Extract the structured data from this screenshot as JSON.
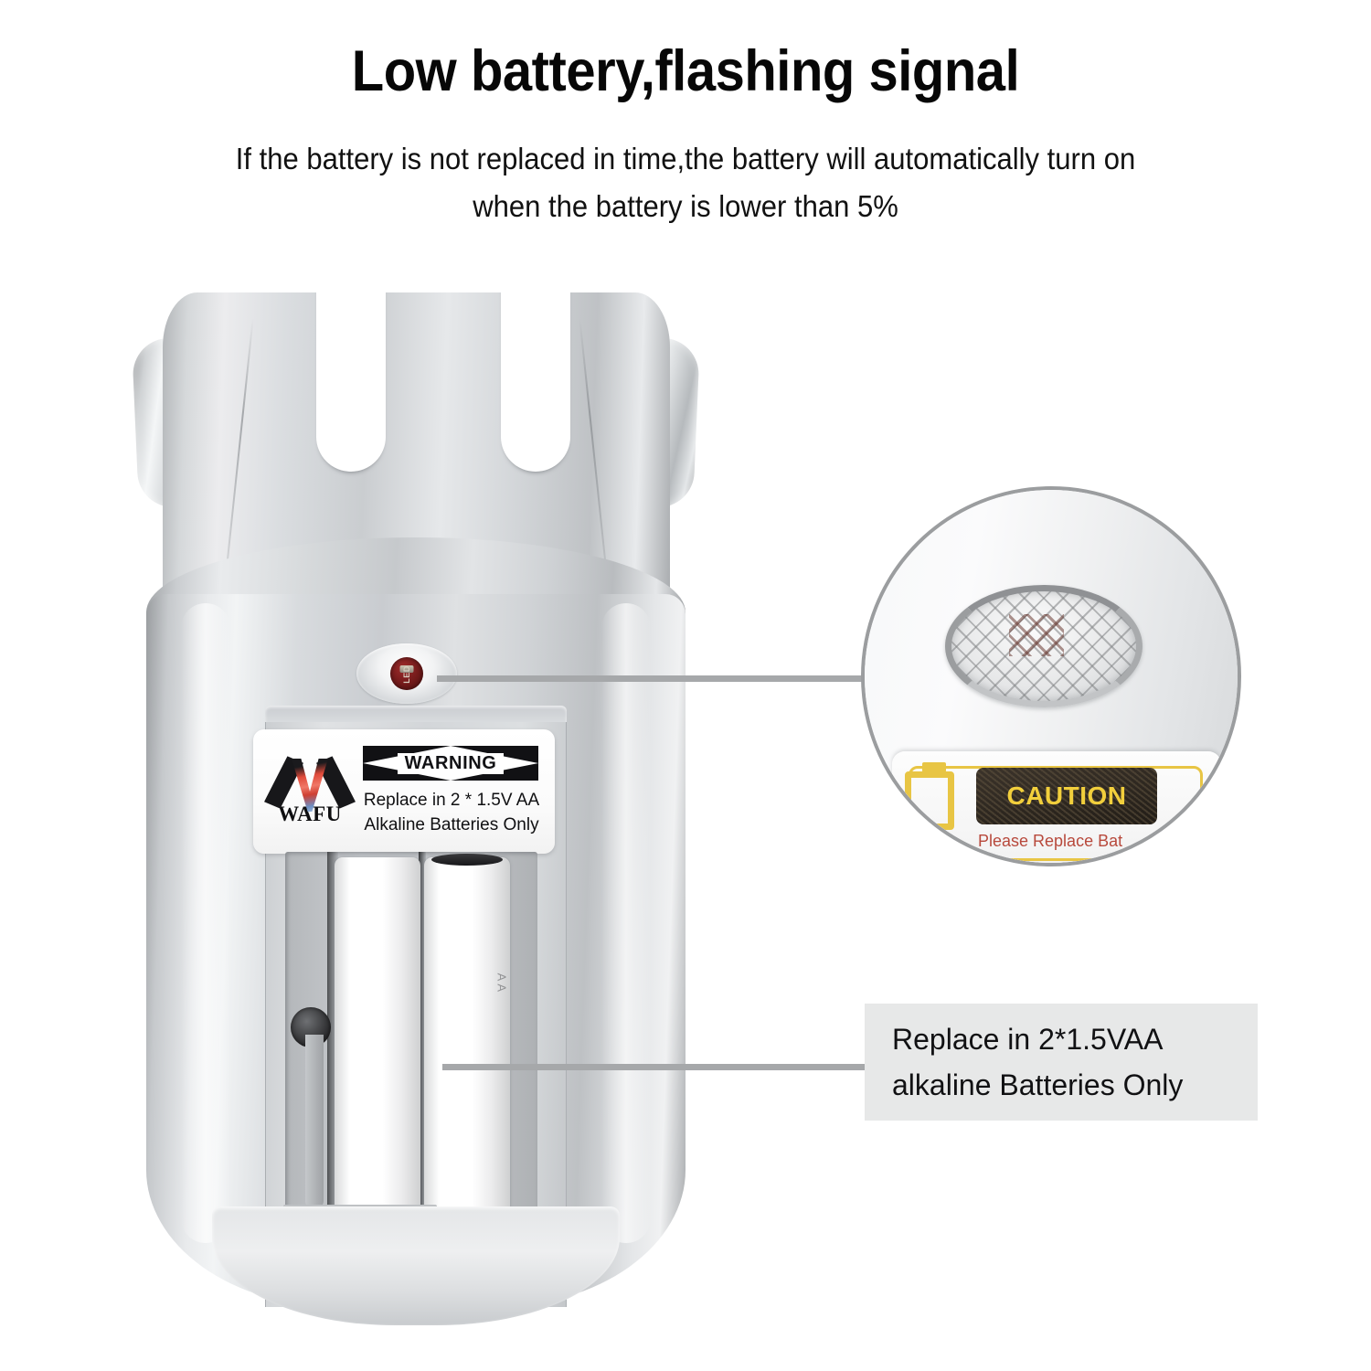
{
  "header": {
    "title": "Low battery,flashing signal",
    "subtitle_line1": "If the battery is not replaced in time,the battery will automatically turn on",
    "subtitle_line2": "when the battery is lower than 5%"
  },
  "device": {
    "name": "WAFU smart lock battery compartment",
    "sticker": {
      "brand": "WAFU",
      "warning_banner": "WARNING",
      "line1": "Replace in 2 * 1.5V AA",
      "line2": "Alkaline Batteries Only"
    },
    "led": {
      "label": "LED"
    },
    "battery_side_text": "AA"
  },
  "magnifier": {
    "caution_label": "CAUTION",
    "caution_subtext": "Please Replace Bat"
  },
  "callouts": [
    {
      "id": "battery-callout",
      "line1": "Replace in 2*1.5VAA",
      "line2": "alkaline Batteries Only"
    }
  ],
  "colors": {
    "background": "#ffffff",
    "text": "#111113",
    "leader_line": "#a6a8aa",
    "callout_bg": "#e7e8e8",
    "magnifier_border": "#9b9d9f",
    "led_red": "#7a1d1d",
    "caution_yellow": "#f2cf3c",
    "caution_red": "#b23a2c",
    "device_silver": "#d3d6d9"
  }
}
